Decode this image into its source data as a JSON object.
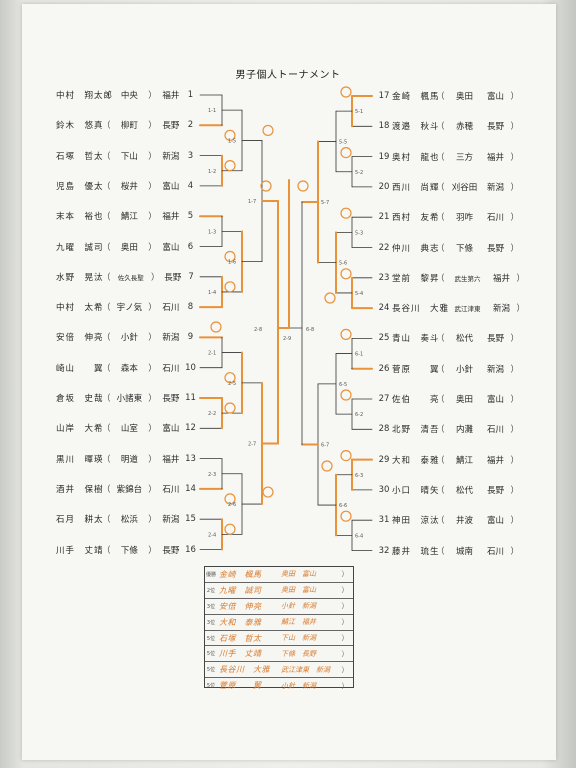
{
  "title": "男子個人トーナメント",
  "left_entries": [
    {
      "name": "中村　翔太郎",
      "school": "中央",
      "pref": "福井",
      "seed": "1"
    },
    {
      "name": "鈴木　悠真",
      "school": "柳町",
      "pref": "長野",
      "seed": "2"
    },
    {
      "name": "石塚　哲太",
      "school": "下山",
      "pref": "新潟",
      "seed": "3"
    },
    {
      "name": "児島　優太",
      "school": "桜井",
      "pref": "富山",
      "seed": "4"
    },
    {
      "name": "末本　裕也",
      "school": "鯖江",
      "pref": "福井",
      "seed": "5"
    },
    {
      "name": "九曜　誠司",
      "school": "奥田",
      "pref": "富山",
      "seed": "6"
    },
    {
      "name": "水野　晃汰",
      "school": "佐久長聖",
      "pref": "長野",
      "seed": "7"
    },
    {
      "name": "中村　太希",
      "school": "宇ノ気",
      "pref": "石川",
      "seed": "8"
    },
    {
      "name": "安倍　伸亮",
      "school": "小針",
      "pref": "新潟",
      "seed": "9"
    },
    {
      "name": "崎山　　翼",
      "school": "森本",
      "pref": "石川",
      "seed": "10"
    },
    {
      "name": "倉坂　史哉",
      "school": "小諸東",
      "pref": "長野",
      "seed": "11"
    },
    {
      "name": "山岸　大希",
      "school": "山室",
      "pref": "富山",
      "seed": "12"
    },
    {
      "name": "黒川　暉瑛",
      "school": "明道",
      "pref": "福井",
      "seed": "13"
    },
    {
      "name": "酒井　保樹",
      "school": "紫錦台",
      "pref": "石川",
      "seed": "14"
    },
    {
      "name": "石月　耕太",
      "school": "松浜",
      "pref": "新潟",
      "seed": "15"
    },
    {
      "name": "川手　丈靖",
      "school": "下條",
      "pref": "長野",
      "seed": "16"
    }
  ],
  "right_entries": [
    {
      "name": "金崎　楓馬",
      "school": "奥田",
      "pref": "富山",
      "seed": "17"
    },
    {
      "name": "渡邉　秋斗",
      "school": "赤穂",
      "pref": "長野",
      "seed": "18"
    },
    {
      "name": "奥村　龍也",
      "school": "三方",
      "pref": "福井",
      "seed": "19"
    },
    {
      "name": "西川　尚輝",
      "school": "刈谷田",
      "pref": "新潟",
      "seed": "20"
    },
    {
      "name": "西村　友希",
      "school": "羽咋",
      "pref": "石川",
      "seed": "21"
    },
    {
      "name": "仲川　典志",
      "school": "下條",
      "pref": "長野",
      "seed": "22"
    },
    {
      "name": "堂前　黎昇",
      "school": "武生第六",
      "pref": "福井",
      "seed": "23"
    },
    {
      "name": "長谷川　大雅",
      "school": "武江津東",
      "pref": "新潟",
      "seed": "24"
    },
    {
      "name": "青山　奏斗",
      "school": "松代",
      "pref": "長野",
      "seed": "25"
    },
    {
      "name": "菅原　　翼",
      "school": "小針",
      "pref": "新潟",
      "seed": "26"
    },
    {
      "name": "佐伯　　亮",
      "school": "奥田",
      "pref": "富山",
      "seed": "27"
    },
    {
      "name": "北野　清吾",
      "school": "内灘",
      "pref": "石川",
      "seed": "28"
    },
    {
      "name": "大和　泰雅",
      "school": "鯖江",
      "pref": "福井",
      "seed": "29"
    },
    {
      "name": "小口　晴矢",
      "school": "松代",
      "pref": "長野",
      "seed": "30"
    },
    {
      "name": "神田　涼汰",
      "school": "井波",
      "pref": "富山",
      "seed": "31"
    },
    {
      "name": "藤井　琉生",
      "school": "城南",
      "pref": "石川",
      "seed": "32"
    }
  ],
  "match_labels": {
    "left_r1": [
      "1-1",
      "1-2",
      "1-3",
      "1-4",
      "2-1",
      "2-2",
      "2-3",
      "2-4"
    ],
    "left_r2": [
      "1-5",
      "1-6",
      "2-5",
      "2-6"
    ],
    "left_r3": [
      "1-7",
      "2-7"
    ],
    "center": [
      "2-8",
      "2-9",
      "6-8"
    ],
    "right_r1": [
      "5-1",
      "5-2",
      "5-3",
      "5-4",
      "6-1",
      "6-2",
      "6-3",
      "6-4"
    ],
    "right_r2": [
      "5-5",
      "5-6",
      "6-5",
      "6-6"
    ],
    "right_r3": [
      "5-7",
      "6-7"
    ]
  },
  "results": [
    {
      "rank": "優勝",
      "name": "金崎　楓馬",
      "school": "奥田　富山"
    },
    {
      "rank": "2位",
      "name": "九曜　誠司",
      "school": "奥田　富山"
    },
    {
      "rank": "3位",
      "name": "安倍　伸亮",
      "school": "小針　新潟"
    },
    {
      "rank": "3位",
      "name": "大和　泰雅",
      "school": "鯖江　福井"
    },
    {
      "rank": "5位",
      "name": "石塚　哲太",
      "school": "下山　新潟"
    },
    {
      "rank": "5位",
      "name": "川手　丈靖",
      "school": "下條　長野"
    },
    {
      "rank": "5位",
      "name": "長谷川　大雅",
      "school": "武江津東　新潟"
    },
    {
      "rank": "5位",
      "name": "菅原　　翼",
      "school": "小針　新潟"
    }
  ],
  "colors": {
    "ink": "#2a2a2a",
    "marker": "#e8923a",
    "bracket": "#333333"
  }
}
